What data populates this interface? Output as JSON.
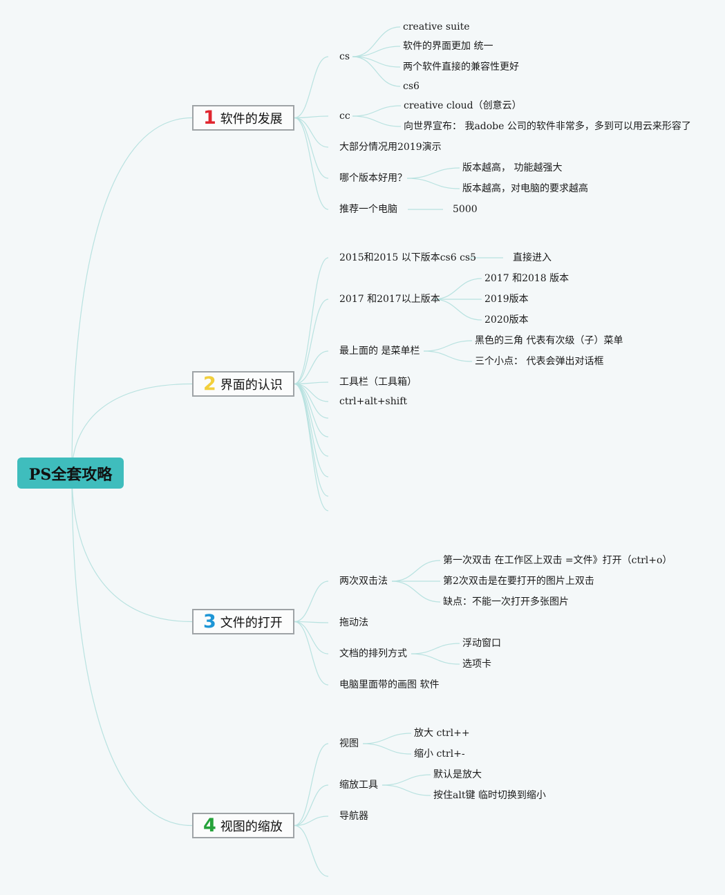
{
  "root": {
    "label": "PS全套攻略",
    "color": "#3fbdbd"
  },
  "line_color": "#b8e2e0",
  "topics": [
    {
      "number": "1",
      "number_color": "#e0262f",
      "label": "软件的发展",
      "children": [
        {
          "label": "cs",
          "children": [
            {
              "label": "creative suite"
            },
            {
              "label": "软件的界面更加 统一"
            },
            {
              "label": "两个软件直接的兼容性更好"
            },
            {
              "label": "cs6"
            }
          ]
        },
        {
          "label": "cc",
          "children": [
            {
              "label": "creative cloud（创意云）"
            },
            {
              "label": "向世界宣布： 我adobe 公司的软件非常多，多到可以用云来形容了"
            }
          ]
        },
        {
          "label": "大部分情况用2019演示"
        },
        {
          "label": "哪个版本好用？",
          "children": [
            {
              "label": "版本越高， 功能越强大"
            },
            {
              "label": "版本越高，对电脑的要求越高"
            }
          ]
        },
        {
          "label": "推荐一个电脑",
          "children": [
            {
              "label": "5000"
            }
          ]
        }
      ]
    },
    {
      "number": "2",
      "number_color": "#f2cf3c",
      "label": "界面的认识",
      "children": [
        {
          "label": "2015和2015 以下版本cs6 cs5",
          "children": [
            {
              "label": "直接进入"
            }
          ]
        },
        {
          "label": "2017 和2017以上版本",
          "children": [
            {
              "label": "2017 和2018 版本"
            },
            {
              "label": "2019版本"
            },
            {
              "label": "2020版本"
            }
          ]
        },
        {
          "label": "最上面的 是菜单栏",
          "children": [
            {
              "label": "黑色的三角 代表有次级（子）菜单"
            },
            {
              "label": "三个小点： 代表会弹出对话框"
            }
          ]
        },
        {
          "label": "工具栏（工具箱）"
        },
        {
          "label": "ctrl+alt+shift"
        },
        {
          "label": ""
        },
        {
          "label": ""
        },
        {
          "label": ""
        },
        {
          "label": ""
        },
        {
          "label": ""
        },
        {
          "label": ""
        }
      ]
    },
    {
      "number": "3",
      "number_color": "#1e96d6",
      "label": "文件的打开",
      "children": [
        {
          "label": "两次双击法",
          "children": [
            {
              "label": "第一次双击 在工作区上双击 =文件》打开（ctrl+o）"
            },
            {
              "label": "第2次双击是在要打开的图片上双击"
            },
            {
              "label": "缺点：不能一次打开多张图片"
            }
          ]
        },
        {
          "label": "拖动法"
        },
        {
          "label": "文档的排列方式",
          "children": [
            {
              "label": "浮动窗口"
            },
            {
              "label": "选项卡"
            }
          ]
        },
        {
          "label": "电脑里面带的画图 软件"
        }
      ]
    },
    {
      "number": "4",
      "number_color": "#25a23a",
      "label": "视图的缩放",
      "children": [
        {
          "label": "视图",
          "children": [
            {
              "label": "放大 ctrl++"
            },
            {
              "label": "缩小 ctrl+-"
            }
          ]
        },
        {
          "label": "缩放工具",
          "children": [
            {
              "label": "默认是放大"
            },
            {
              "label": "按住alt键 临时切换到缩小"
            }
          ]
        },
        {
          "label": "导航器"
        },
        {
          "label": ""
        }
      ]
    }
  ]
}
